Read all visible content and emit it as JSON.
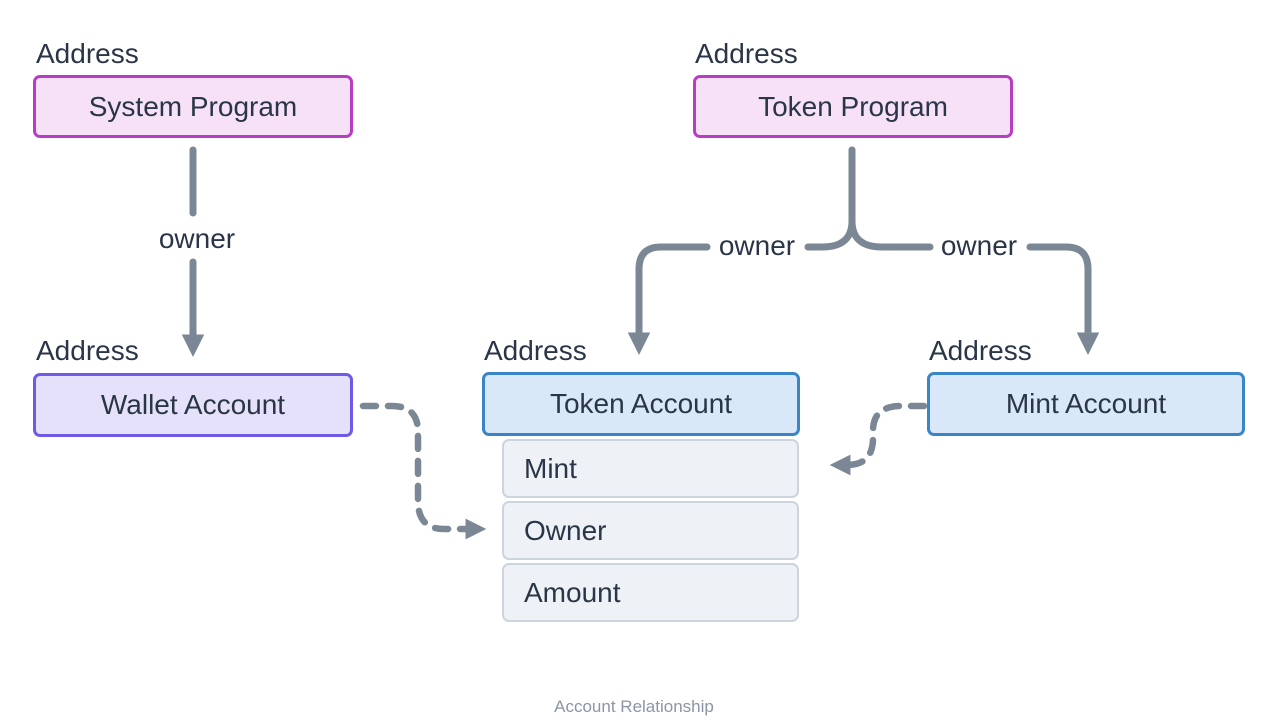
{
  "colors": {
    "arrow": "#7b8794",
    "text": "#2a3647",
    "program_fill": "#f7e1f7",
    "program_border": "#b93dc4",
    "wallet_fill": "#e6e1fb",
    "wallet_border": "#7059e6",
    "account_fill": "#d8e8f8",
    "account_border": "#3a85c8",
    "field_fill": "#eef1f5",
    "field_border": "#ccd5de",
    "caption": "#8b95a5",
    "bg": "#ffffff"
  },
  "diagram": {
    "nodes": {
      "system_program": {
        "address": "Address",
        "label": "System Program"
      },
      "token_program": {
        "address": "Address",
        "label": "Token Program"
      },
      "wallet_account": {
        "address": "Address",
        "label": "Wallet Account"
      },
      "token_account": {
        "address": "Address",
        "label": "Token Account"
      },
      "mint_account": {
        "address": "Address",
        "label": "Mint Account"
      }
    },
    "token_account_fields": [
      "Mint",
      "Owner",
      "Amount"
    ],
    "edge_labels": {
      "system_to_wallet": "owner",
      "token_to_token_account": "owner",
      "token_to_mint_account": "owner"
    },
    "caption": "Account Relationship"
  }
}
